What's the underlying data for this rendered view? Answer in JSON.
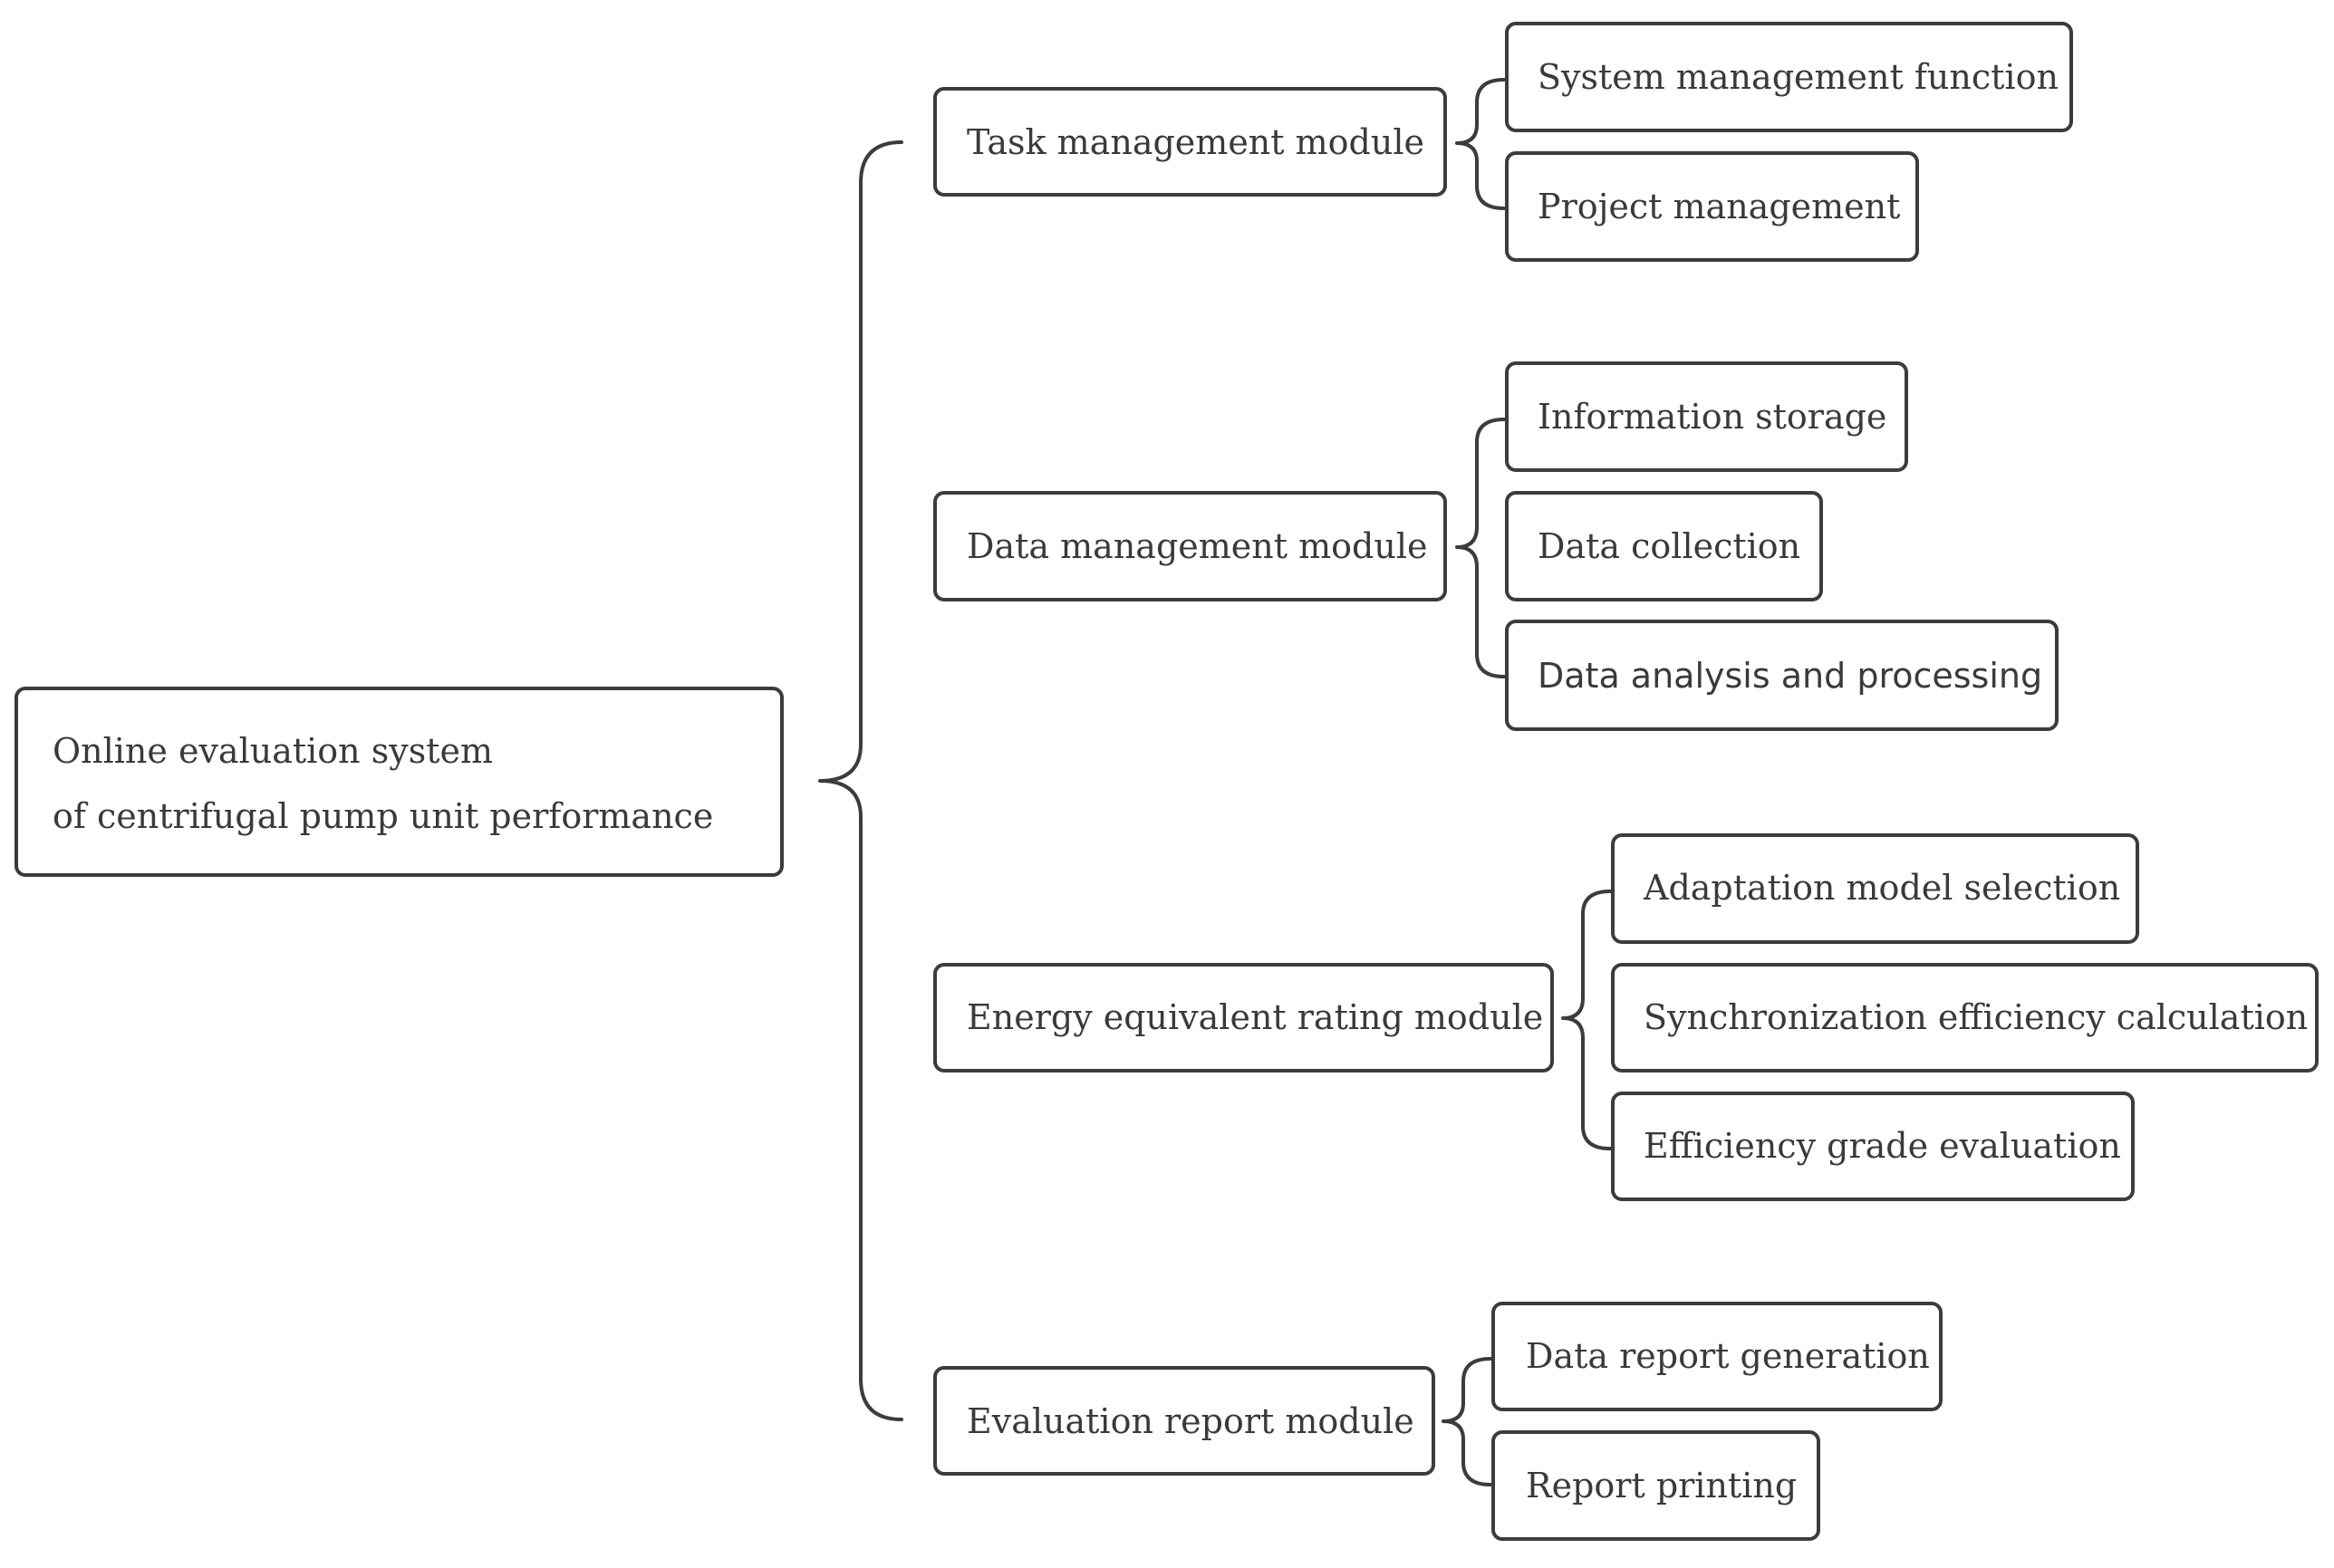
{
  "root": {
    "line1": "Online evaluation system",
    "line2": "of centrifugal pump unit performance"
  },
  "modules": [
    {
      "label": "Task management module",
      "children": [
        "System management function",
        "Project management"
      ]
    },
    {
      "label": "Data management module",
      "children": [
        "Information storage",
        "Data collection",
        "Data analysis and processing"
      ]
    },
    {
      "label": "Energy equivalent rating module",
      "children": [
        "Adaptation model selection",
        "Synchronization efficiency calculation",
        "Efficiency grade evaluation"
      ]
    },
    {
      "label": "Evaluation report module",
      "children": [
        "Data report generation",
        "Report printing"
      ]
    }
  ]
}
